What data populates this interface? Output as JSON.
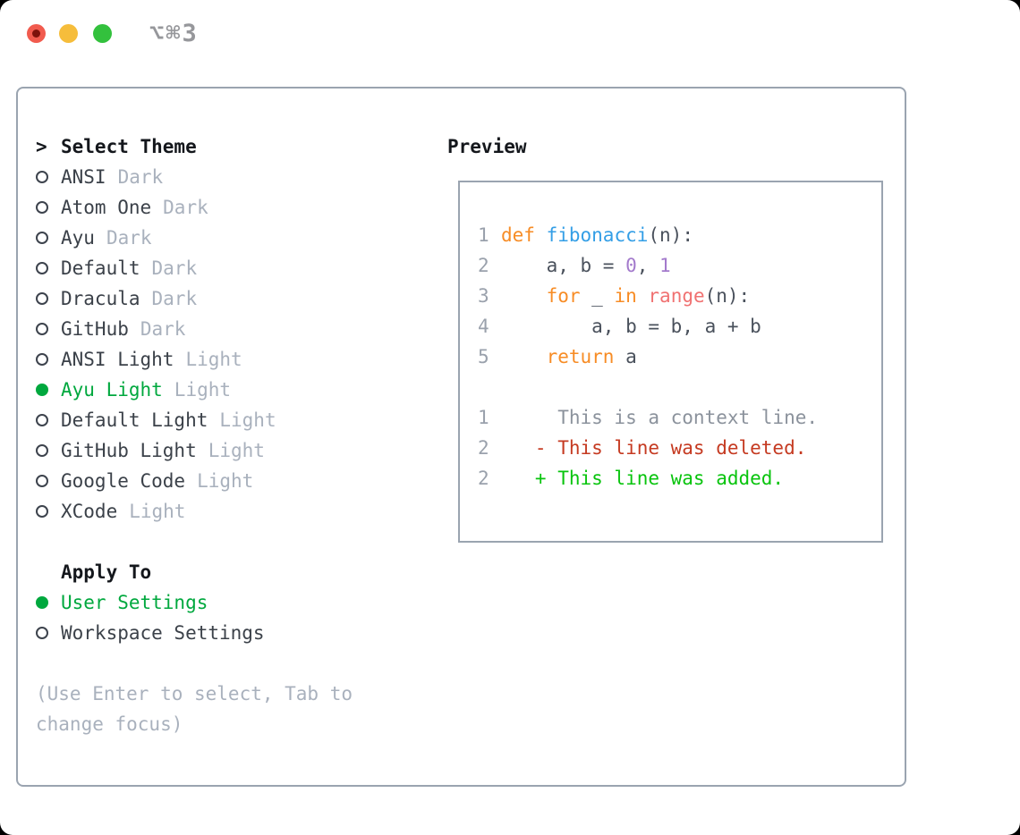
{
  "titlebar": {
    "shortcut": "⌥⌘3"
  },
  "theme_list": {
    "prompt": ">",
    "header": "Select Theme",
    "items": [
      {
        "name": "ANSI",
        "variant": "Dark",
        "selected": false
      },
      {
        "name": "Atom One",
        "variant": "Dark",
        "selected": false
      },
      {
        "name": "Ayu",
        "variant": "Dark",
        "selected": false
      },
      {
        "name": "Default",
        "variant": "Dark",
        "selected": false
      },
      {
        "name": "Dracula",
        "variant": "Dark",
        "selected": false
      },
      {
        "name": "GitHub",
        "variant": "Dark",
        "selected": false
      },
      {
        "name": "ANSI Light",
        "variant": "Light",
        "selected": false
      },
      {
        "name": "Ayu Light",
        "variant": "Light",
        "selected": true
      },
      {
        "name": "Default Light",
        "variant": "Light",
        "selected": false
      },
      {
        "name": "GitHub Light",
        "variant": "Light",
        "selected": false
      },
      {
        "name": "Google Code",
        "variant": "Light",
        "selected": false
      },
      {
        "name": "XCode",
        "variant": "Light",
        "selected": false
      }
    ]
  },
  "apply_to": {
    "header": "Apply To",
    "items": [
      {
        "name": "User Settings",
        "selected": true
      },
      {
        "name": "Workspace Settings",
        "selected": false
      }
    ]
  },
  "hint": "(Use Enter to select, Tab to change focus)",
  "preview": {
    "title": "Preview",
    "lines": [
      {
        "num": "1",
        "parts": [
          [
            "def",
            "kw"
          ],
          [
            " ",
            ""
          ],
          [
            "fibonacci",
            "fn"
          ],
          [
            "(n):",
            ""
          ]
        ]
      },
      {
        "num": "2",
        "parts": [
          [
            "    a, b = ",
            ""
          ],
          [
            "0",
            "lit"
          ],
          [
            ", ",
            ""
          ],
          [
            "1",
            "lit"
          ]
        ]
      },
      {
        "num": "3",
        "parts": [
          [
            "    ",
            ""
          ],
          [
            "for",
            "kw"
          ],
          [
            " _ ",
            ""
          ],
          [
            "in",
            "kw"
          ],
          [
            " ",
            ""
          ],
          [
            "range",
            "rng"
          ],
          [
            "(n):",
            ""
          ]
        ]
      },
      {
        "num": "4",
        "parts": [
          [
            "        a, b = b, a + b",
            ""
          ]
        ]
      },
      {
        "num": "5",
        "parts": [
          [
            "    ",
            ""
          ],
          [
            "return",
            "kw"
          ],
          [
            " a",
            ""
          ]
        ]
      },
      {
        "num": "",
        "parts": []
      },
      {
        "num": "1",
        "parts": [
          [
            "     This is a context line.",
            "ctx"
          ]
        ]
      },
      {
        "num": "2",
        "parts": [
          [
            "   - This line was deleted.",
            "del"
          ]
        ]
      },
      {
        "num": "2",
        "parts": [
          [
            "   + This line was added.",
            "add"
          ]
        ]
      }
    ]
  },
  "colors": {
    "accent_green": "#00a83e",
    "keyword_orange": "#f78c25",
    "function_blue": "#339ee6",
    "number_purple": "#a37acc",
    "range_coral": "#f07171",
    "diff_deleted_red": "#c53a21",
    "diff_added_green": "#08c40d",
    "context_gray": "#8b929c",
    "panel_border": "#9aa4b0",
    "traffic_red": "#f15b4e",
    "traffic_yellow": "#f6bd3b",
    "traffic_green": "#33c13d"
  }
}
